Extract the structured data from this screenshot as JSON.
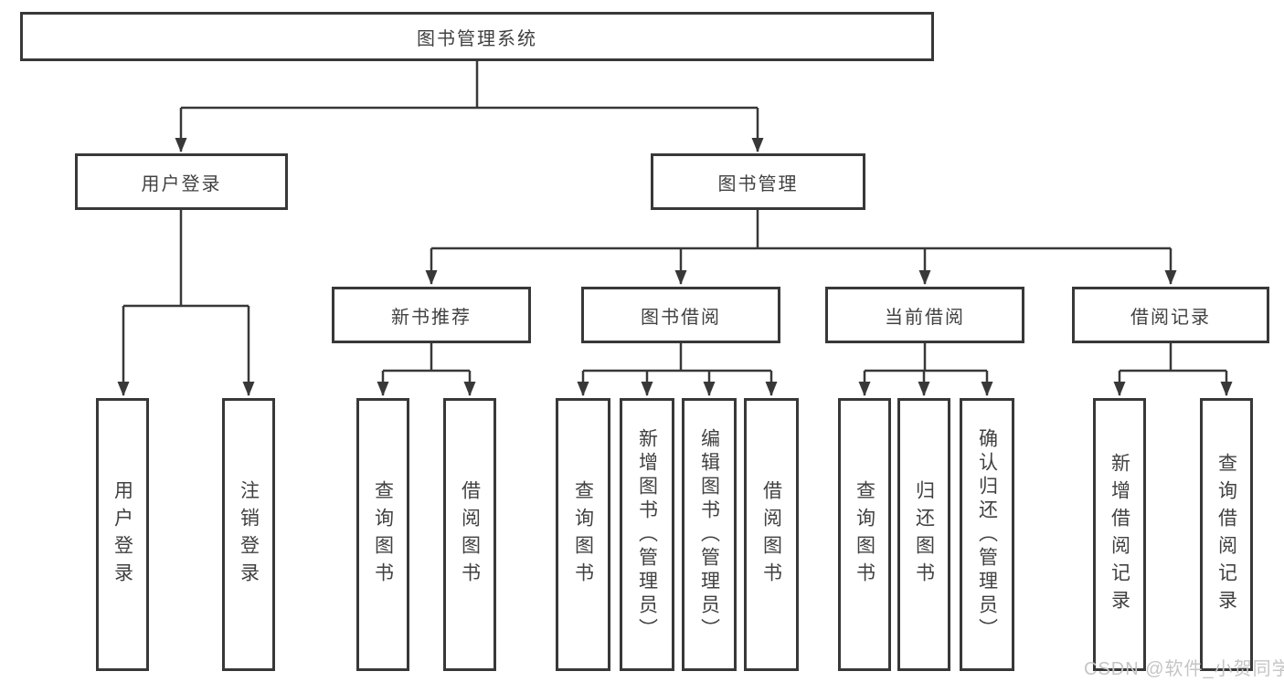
{
  "root": {
    "label": "图书管理系统"
  },
  "branches": {
    "user_login": {
      "label": "用户登录",
      "children": {
        "login": "用户登录",
        "logout": "注销登录"
      }
    },
    "book_management": {
      "label": "图书管理",
      "sections": {
        "new_book_recommend": {
          "label": "新书推荐",
          "children": {
            "query_books": "查询图书",
            "borrow_books": "借阅图书"
          }
        },
        "book_borrow": {
          "label": "图书借阅",
          "children": {
            "query_books": "查询图书",
            "add_books": "新增图书（管理员）",
            "edit_books": "编辑图书（管理员）",
            "borrow_books": "借阅图书"
          }
        },
        "current_borrow": {
          "label": "当前借阅",
          "children": {
            "query_books": "查询图书",
            "return_books": "归还图书",
            "confirm_return": "确认归还（管理员）"
          }
        },
        "borrow_records": {
          "label": "借阅记录",
          "children": {
            "add_record": "新增借阅记录",
            "query_record": "查询借阅记录"
          }
        }
      }
    }
  },
  "watermark": "CSDN @软件_小贺同学",
  "colors": {
    "line": "#383838",
    "text": "#414141",
    "watermark_text": "#c5c5c5",
    "background": "#ffffff"
  }
}
